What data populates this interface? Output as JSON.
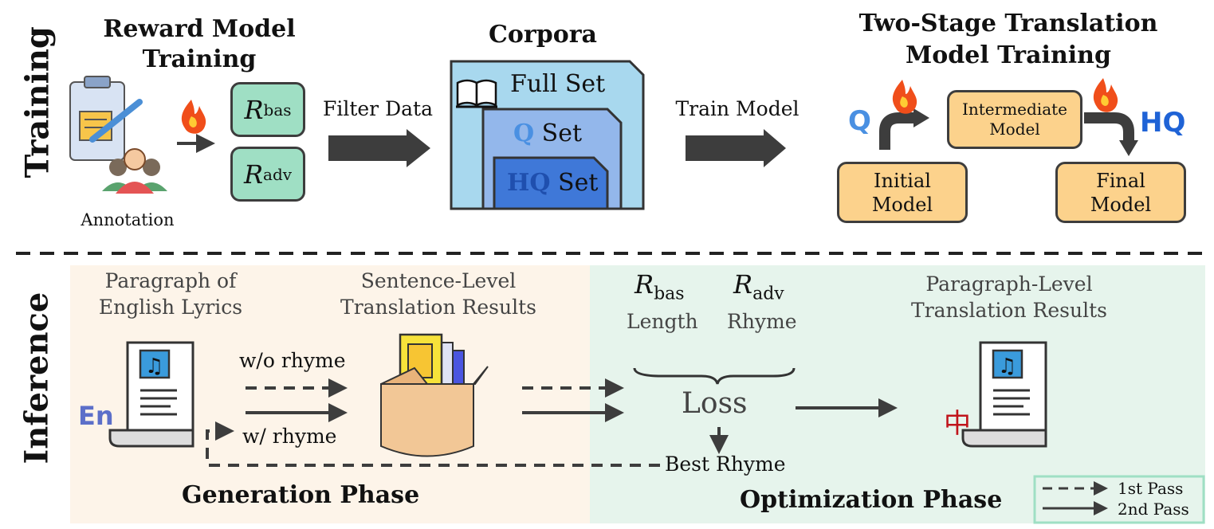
{
  "sections": {
    "training_label": "Training",
    "inference_label": "Inference"
  },
  "reward": {
    "title_line1": "Reward Model",
    "title_line2": "Training",
    "annotation": "Annotation",
    "r_bas_symbol": "R",
    "r_bas_sub": "bas",
    "r_adv_symbol": "R",
    "r_adv_sub": "adv"
  },
  "arrows": {
    "filter_data": "Filter Data",
    "train_model": "Train Model"
  },
  "corpora": {
    "title": "Corpora",
    "full_set": "Full Set",
    "q_prefix": "Q",
    "q_set": " Set",
    "hq_prefix": "HQ",
    "hq_set": " Set"
  },
  "two_stage": {
    "title_line1": "Two-Stage Translation",
    "title_line2": "Model Training",
    "q_label": "Q",
    "hq_label": "HQ",
    "initial_line1": "Initial",
    "initial_line2": "Model",
    "intermediate_line1": "Intermediate",
    "intermediate_line2": "Model",
    "final_line1": "Final",
    "final_line2": "Model"
  },
  "inference": {
    "paragraph_line1": "Paragraph of",
    "paragraph_line2": "English Lyrics",
    "sentence_line1": "Sentence-Level",
    "sentence_line2": "Translation Results",
    "en_label": "En",
    "wo_rhyme": "w/o rhyme",
    "w_rhyme": "w/ rhyme",
    "r_bas_symbol": "R",
    "r_bas_sub": "bas",
    "r_adv_symbol": "R",
    "r_adv_sub": "adv",
    "length": "Length",
    "rhyme": "Rhyme",
    "loss": "Loss",
    "best_rhyme": "Best Rhyme",
    "paragraph_results_line1": "Paragraph-Level",
    "paragraph_results_line2": "Translation Results",
    "zh_label": "中",
    "generation_phase": "Generation Phase",
    "optimization_phase": "Optimization Phase"
  },
  "legend": {
    "first_pass": "1st Pass",
    "second_pass": "2nd Pass"
  },
  "colors": {
    "generation_bg": "#fdf4e9",
    "optimization_bg": "#e6f4ec",
    "reward_box": "#9fdfc4",
    "model_box": "#fcd28c",
    "q_blue": "#4a90e2",
    "hq_blue": "#1f63d6",
    "arrow_dark": "#3d3d3d"
  }
}
